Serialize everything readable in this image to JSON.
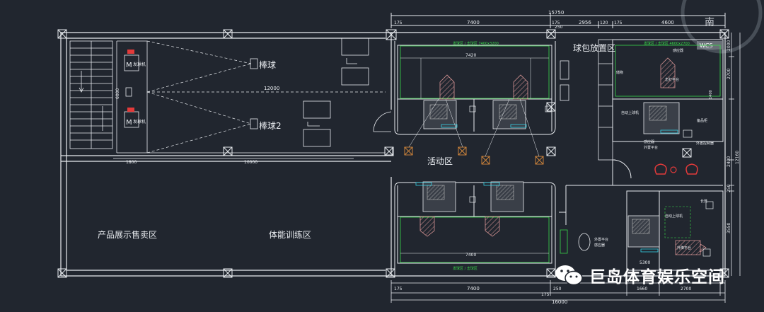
{
  "plan": {
    "rooms": {
      "baseball_1": "棒球",
      "baseball_2": "棒球2",
      "ball_bag_area": "球包放置区",
      "activity_area": "活动区",
      "product_display": "产品展示售卖区",
      "fitness_training": "体能训练区",
      "pitching_machine": "发球机",
      "machine_tag": "M",
      "compass_south": "南",
      "wcs": "WCS"
    },
    "dimensions": {
      "top_total": "15750",
      "top_7400": "7400",
      "top_2956": "2956",
      "top_4600": "4600",
      "top_175a": "175",
      "top_175b": "175",
      "top_250": "250",
      "top_120": "120",
      "top_175c": "175",
      "lane_length": "12000",
      "bottom_1800": "1800",
      "bottom_10000": "10000",
      "left_6000": "6000",
      "inner_7420": "7420",
      "inner_7400": "7400",
      "right_2000": "2000",
      "right_2700": "2700",
      "right_2400": "2400",
      "right_250": "250",
      "right_3550": "3550",
      "right_12160": "12160",
      "right_1400": "1400",
      "bottom_strip_175": "175",
      "bottom_strip_7400": "7400",
      "bottom_strip_250": "250",
      "bottom_strip_1660": "1660",
      "bottom_strip_2700": "2700",
      "bottom_strip_175b": "175",
      "bottom_16000": "16000",
      "bottom_5300": "5300"
    },
    "small_labels": {
      "green_top_left": "发球区 / 击球区 7400x3200",
      "green_top_right": "发球区 / 击球区 4600x2700",
      "green_bottom_left": "发球区 / 击球区",
      "hit_platform": "击打平台",
      "auto_hit": "自动上球机",
      "outside_area": "外置平台",
      "sensor": "感应器",
      "sensor2": "外置控制器",
      "station": "备品柜",
      "storage": "储物",
      "wide_area": "升降平台",
      "bench": "长凳"
    },
    "watermark": "巨岛体育娱乐空间",
    "colors": {
      "background": "#21262f",
      "wall": "#e9ecf0",
      "dimension_green": "#39d94a",
      "cyan": "#35d3e6",
      "red": "#e23a3a",
      "orange": "#d98a3c",
      "pink_machine": "#c98c8c"
    }
  }
}
